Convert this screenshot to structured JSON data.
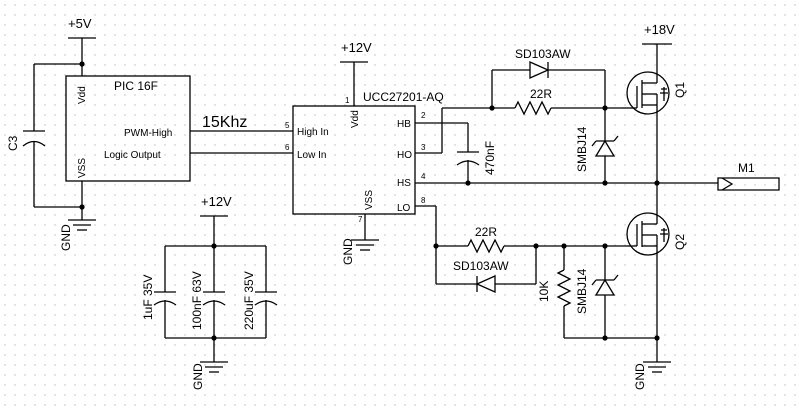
{
  "power": {
    "plus5v": "+5V",
    "plus12v_driver": "+12V",
    "plus12v_bank": "+12V",
    "plus18v": "+18V",
    "gnd": "GND"
  },
  "pic": {
    "title": "PIC 16F",
    "vdd": "Vdd",
    "vss": "VSS",
    "pwm_high": "PWM-High",
    "logic_output": "Logic Output"
  },
  "signal": {
    "freq": "15Khz"
  },
  "driver": {
    "part": "UCC27201-AQ",
    "high_in": "High In",
    "low_in": "Low In",
    "vdd": "Vdd",
    "vss": "VSS",
    "hb": "HB",
    "ho": "HO",
    "hs": "HS",
    "lo": "LO",
    "pins": {
      "vdd": "1",
      "hb": "2",
      "ho": "3",
      "hs": "4",
      "high_in": "5",
      "low_in": "6",
      "vss": "7",
      "lo": "8"
    }
  },
  "components": {
    "c3": "C3",
    "c_boot": "470nF",
    "d_high": "SD103AW",
    "r_high": "22R",
    "tvs_high": "SMBJ14",
    "q1": "Q1",
    "m1": "M1",
    "r_low": "22R",
    "d_low": "SD103AW",
    "r_10k": "10K",
    "tvs_low": "SMBJ14",
    "q2": "Q2",
    "c_1u": "1uF 35V",
    "c_100n": "100nF 63V",
    "c_220u": "220uF 35V"
  }
}
